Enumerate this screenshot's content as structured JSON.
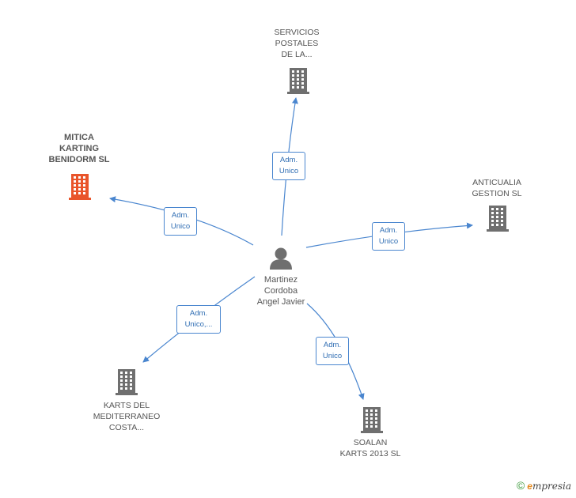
{
  "center": {
    "name_lines": [
      "Martinez",
      "Cordoba",
      "Angel Javier"
    ]
  },
  "nodes": [
    {
      "id": "servicios",
      "lines": [
        "SERVICIOS",
        "POSTALES",
        "DE LA..."
      ],
      "edge_lines": [
        "Adm.",
        "Unico"
      ],
      "highlight": false
    },
    {
      "id": "mitica",
      "lines": [
        "MITICA",
        "KARTING",
        "BENIDORM SL"
      ],
      "edge_lines": [
        "Adm.",
        "Unico"
      ],
      "highlight": true
    },
    {
      "id": "anticualia",
      "lines": [
        "ANTICUALIA",
        "GESTION SL"
      ],
      "edge_lines": [
        "Adm.",
        "Unico"
      ],
      "highlight": false
    },
    {
      "id": "karts",
      "lines": [
        "KARTS DEL",
        "MEDITERRANEO",
        "COSTA..."
      ],
      "edge_lines": [
        "Adm.",
        "Unico,..."
      ],
      "highlight": false
    },
    {
      "id": "soalan",
      "lines": [
        "SOALAN",
        "KARTS 2013 SL"
      ],
      "edge_lines": [
        "Adm.",
        "Unico"
      ],
      "highlight": false
    }
  ],
  "colors": {
    "edge": "#4a86cf",
    "building": "#6f6f6f",
    "building_highlight": "#e9552b",
    "person": "#6f6f6f"
  },
  "footer": {
    "copyright": "©",
    "brand_initial": "e",
    "brand_rest": "mpresia"
  }
}
